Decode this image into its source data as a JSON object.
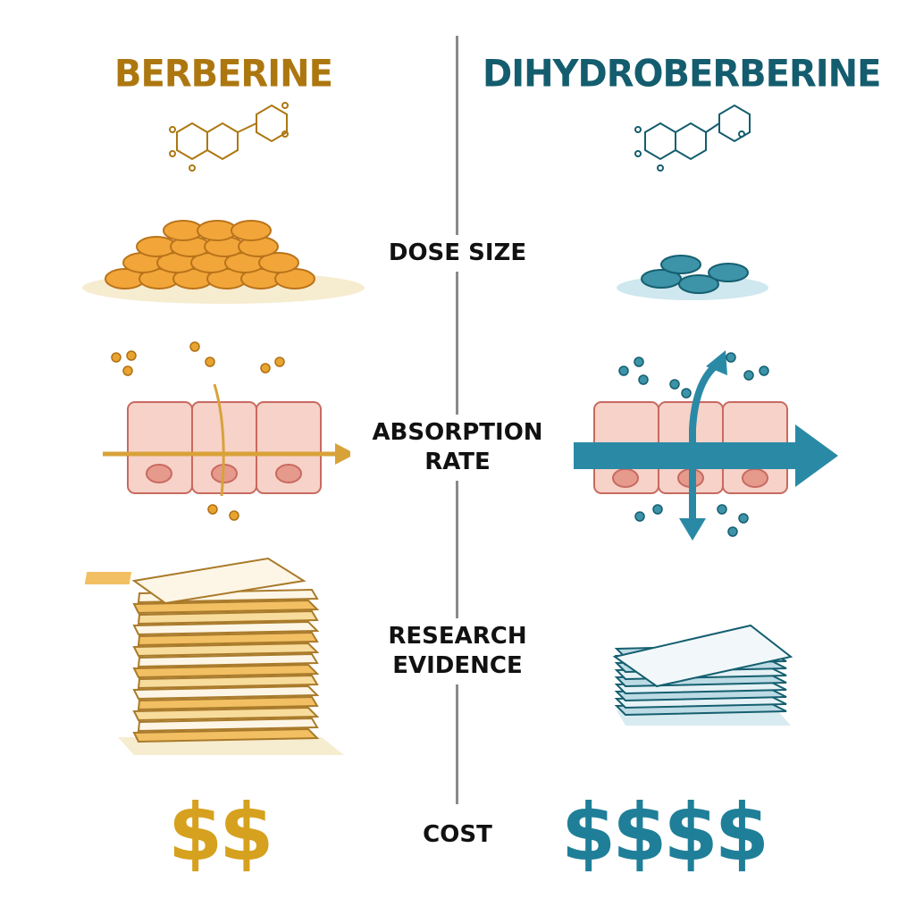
{
  "left": {
    "title": "BERBERINE",
    "cost": "$$",
    "color": "#ad7710",
    "accent": "#e9a430"
  },
  "right": {
    "title": "DIHYDROBERBERINE",
    "cost": "$$$$",
    "color": "#145d6e",
    "accent": "#2a8aa6"
  },
  "rows": {
    "dose": "DOSE SIZE",
    "absorption_1": "ABSORPTION",
    "absorption_2": "RATE",
    "research_1": "RESEARCH",
    "research_2": "EVIDENCE",
    "cost": "COST"
  },
  "icons": [
    "molecule-structure-icon",
    "pill-pile-icon",
    "intestinal-cells-icon",
    "absorption-arrow-icon",
    "paper-stack-icon"
  ]
}
